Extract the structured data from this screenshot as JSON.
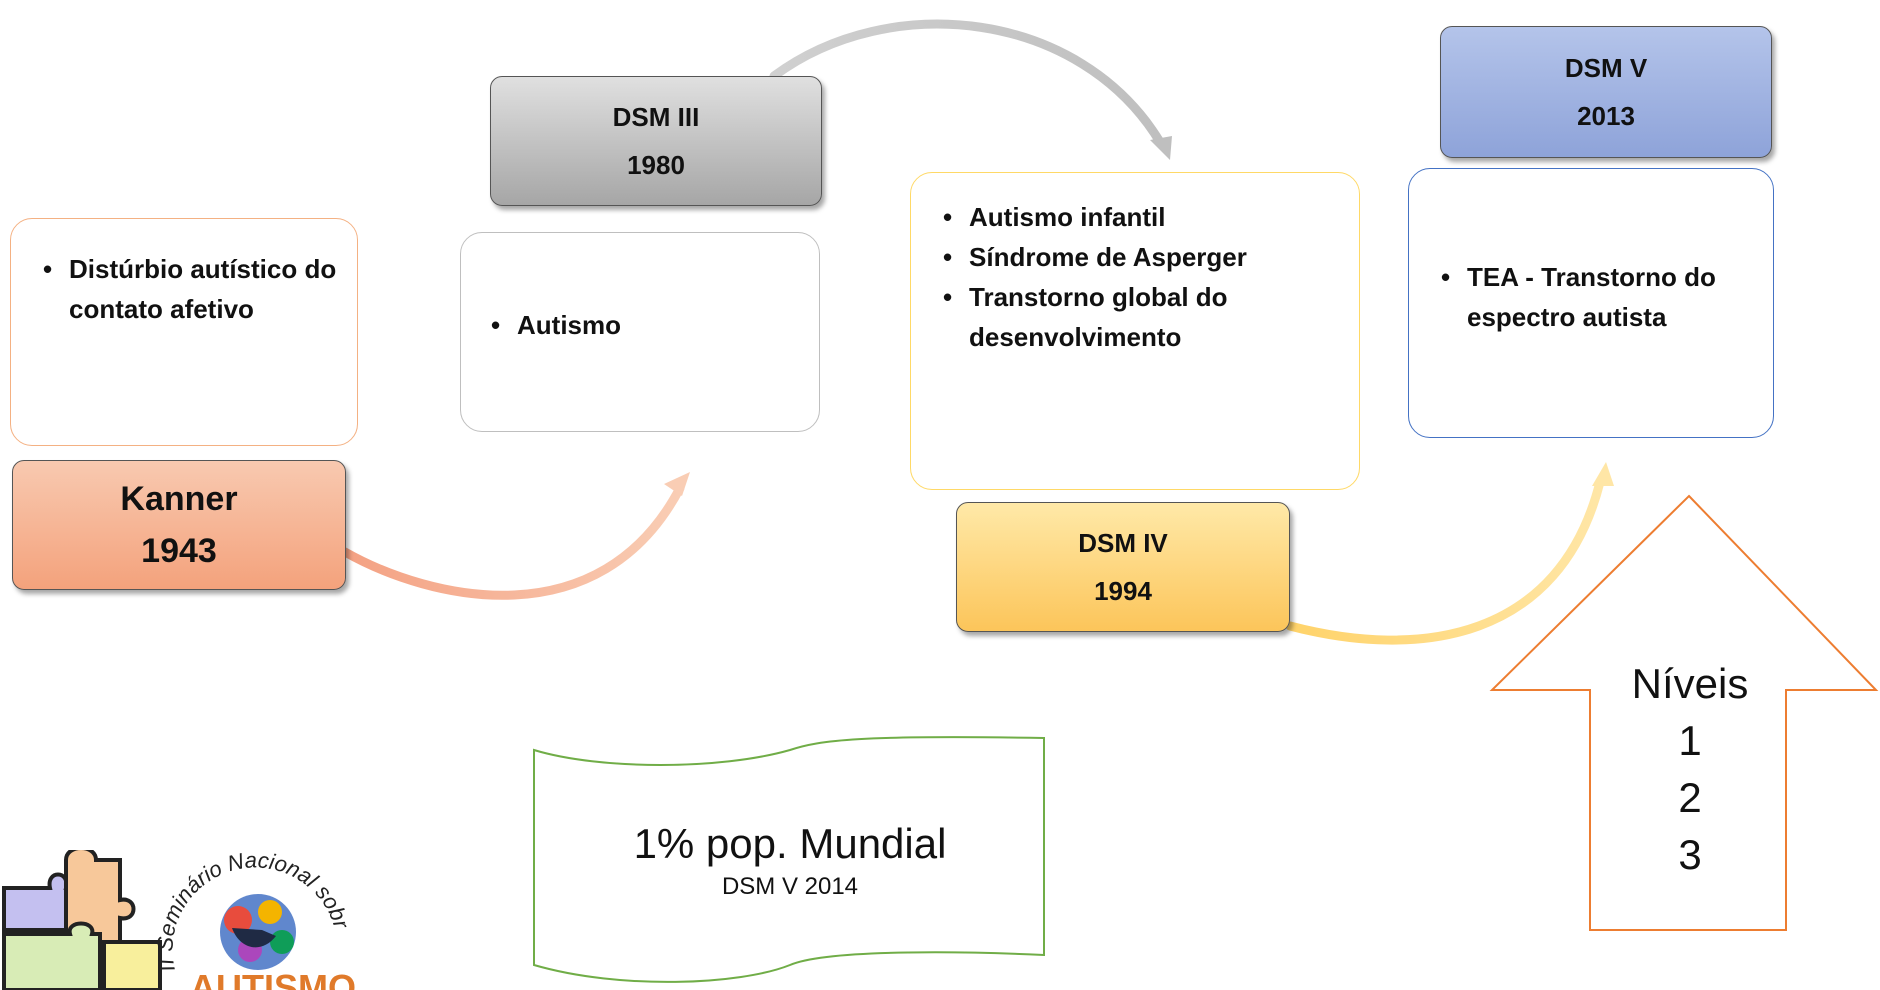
{
  "stages": [
    {
      "label_line1": "Kanner",
      "label_line2": "1943",
      "items": [
        "Distúrbio autístico do contato afetivo"
      ],
      "colors": {
        "border": "#f4b183",
        "fill_top": "#f8c9b0",
        "fill_bottom": "#f4a27c",
        "arc": "#f4a183"
      }
    },
    {
      "label_line1": "DSM III",
      "label_line2": "1980",
      "items": [
        "Autismo"
      ],
      "colors": {
        "border": "#a6a6a6",
        "fill_top": "#d9d9d9",
        "fill_bottom": "#a6a6a6",
        "arc": "#bfbfbf"
      }
    },
    {
      "label_line1": "DSM IV",
      "label_line2": "1994",
      "items": [
        "Autismo infantil",
        "Síndrome de Asperger",
        "Transtorno global do desenvolvimento"
      ],
      "colors": {
        "border": "#ffd966",
        "fill_top": "#ffe9a8",
        "fill_bottom": "#fcc55a",
        "arc": "#ffd97a"
      }
    },
    {
      "label_line1": "DSM V",
      "label_line2": "2013",
      "items": [
        "TEA - Transtorno do espectro autista"
      ],
      "colors": {
        "border": "#4472c4",
        "fill_top": "#b4c4ea",
        "fill_bottom": "#8ea3d9"
      }
    }
  ],
  "prevalence": {
    "main": "1% pop. Mundial",
    "sub": "DSM V 2014",
    "border_color": "#70ad47"
  },
  "levels": {
    "title": "Níveis",
    "values": [
      "1",
      "2",
      "3"
    ],
    "border_color": "#ed7d31"
  },
  "logo": {
    "text_arc": "II Seminário Nacional sobre",
    "word": "AUTISMO",
    "colors": {
      "purple": "#c4c0f0",
      "orange": "#f7c89a",
      "green": "#d8ecb6",
      "yellow": "#f8ef9c",
      "accent": "#e07a2a"
    }
  }
}
